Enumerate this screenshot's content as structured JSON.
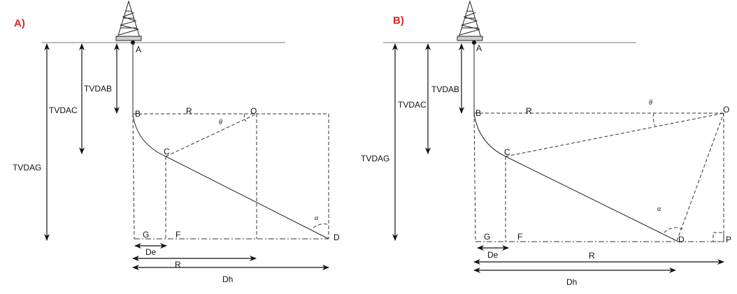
{
  "panels": [
    {
      "id": "A",
      "panel_label": "A)",
      "points": {
        "A": "A",
        "B": "B",
        "C": "C",
        "O": "O",
        "D": "D",
        "G": "G",
        "F": "F"
      },
      "labels": {
        "R_top": "R",
        "R_bottom": "R",
        "De": "De",
        "Dh": "Dh",
        "theta": "θ",
        "omega": "α",
        "tvd_ab": "TVDAB",
        "tvd_ac": "TVDAC",
        "tvd_ag": "TVDAG"
      }
    },
    {
      "id": "B",
      "panel_label": "B)",
      "points": {
        "A": "A",
        "B": "B",
        "C": "C",
        "O": "O",
        "D": "D",
        "G": "G",
        "F": "F",
        "P": "P"
      },
      "labels": {
        "R_top": "R",
        "R_bottom": "R",
        "De": "De",
        "Dh": "Dh",
        "theta": "θ",
        "omega": "α",
        "tvd_ab": "TVDAB",
        "tvd_ac": "TVDAC",
        "tvd_ag": "TVDAG"
      }
    }
  ]
}
